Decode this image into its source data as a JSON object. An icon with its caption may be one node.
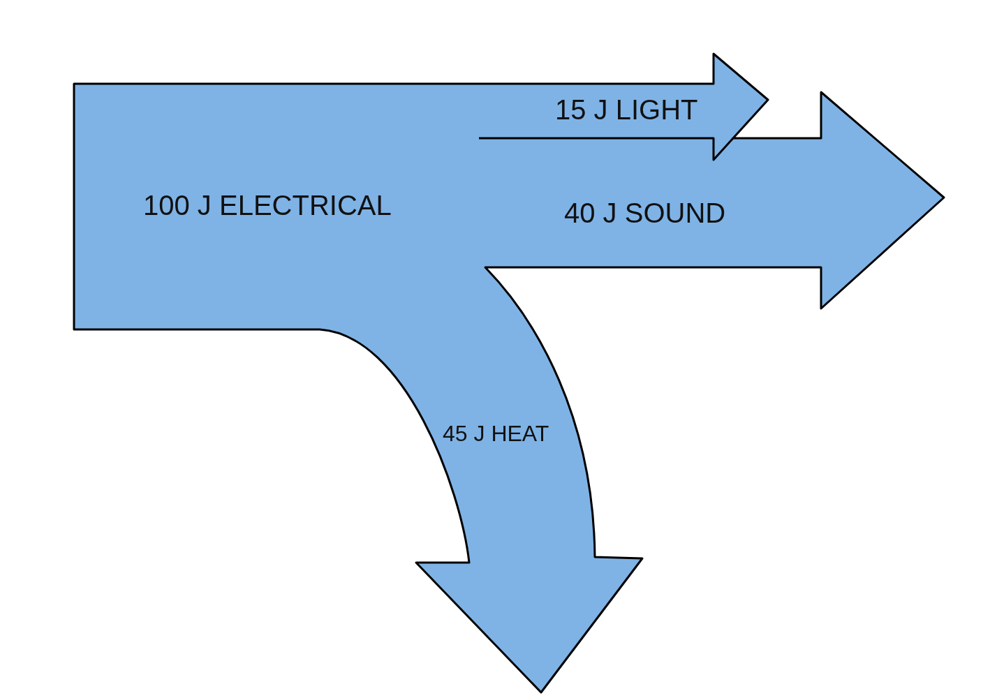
{
  "diagram": {
    "labels": [
      "15 J LIGHT",
      "100 J ELECTRICAL",
      "40 J SOUND",
      "45 J HEAT"
    ]
  }
}
